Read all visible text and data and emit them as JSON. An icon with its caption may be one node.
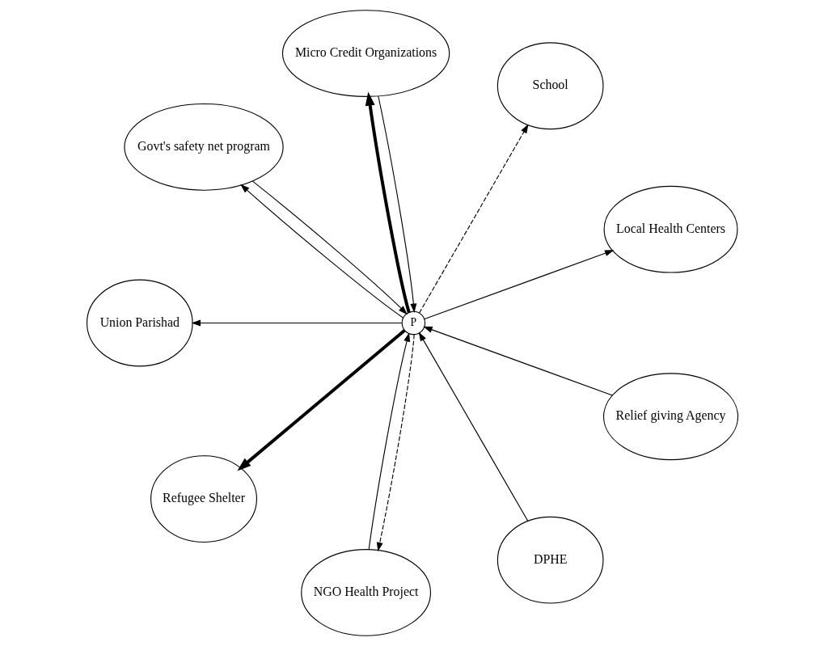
{
  "diagram": {
    "nodes": [
      {
        "text": [
          "Local Health Centers"
        ]
      },
      {
        "text": [
          "DPHE"
        ]
      },
      {
        "text": [
          "School"
        ]
      },
      {
        "text": [
          "Relief giving Agency"
        ]
      },
      {
        "text": [
          "Micro Credit Organizations"
        ]
      },
      {
        "text": [
          "P"
        ]
      },
      {
        "text": [
          "Govt's safety net program"
        ]
      },
      {
        "text": [
          "Union Parishad"
        ]
      },
      {
        "text": [
          "Refugee Shelter"
        ]
      },
      {
        "text": [
          "NGO Health Project"
        ]
      }
    ],
    "edges": [
      {
        "from": 5,
        "to": 0,
        "arrow": "to"
      },
      {
        "from": 1,
        "to": 5,
        "arrow": "to"
      },
      {
        "from": 5,
        "to": 2,
        "arrow": "to",
        "style": "dashed"
      },
      {
        "from": 3,
        "to": 5,
        "arrow": "to"
      },
      {
        "from": 5,
        "to": 4,
        "arrow": "to",
        "style": "thick"
      },
      {
        "from": 4,
        "to": 5,
        "arrow": "to"
      },
      {
        "from": 5,
        "to": 6,
        "arrow": "to"
      },
      {
        "from": 6,
        "to": 5,
        "arrow": "to"
      },
      {
        "from": 5,
        "to": 7,
        "arrow": "to"
      },
      {
        "from": 5,
        "to": 8,
        "arrow": "to",
        "style": "thick"
      },
      {
        "from": 5,
        "to": 9,
        "arrow": "to",
        "style": "dashed"
      },
      {
        "from": 9,
        "to": 5,
        "arrow": "to"
      }
    ]
  }
}
